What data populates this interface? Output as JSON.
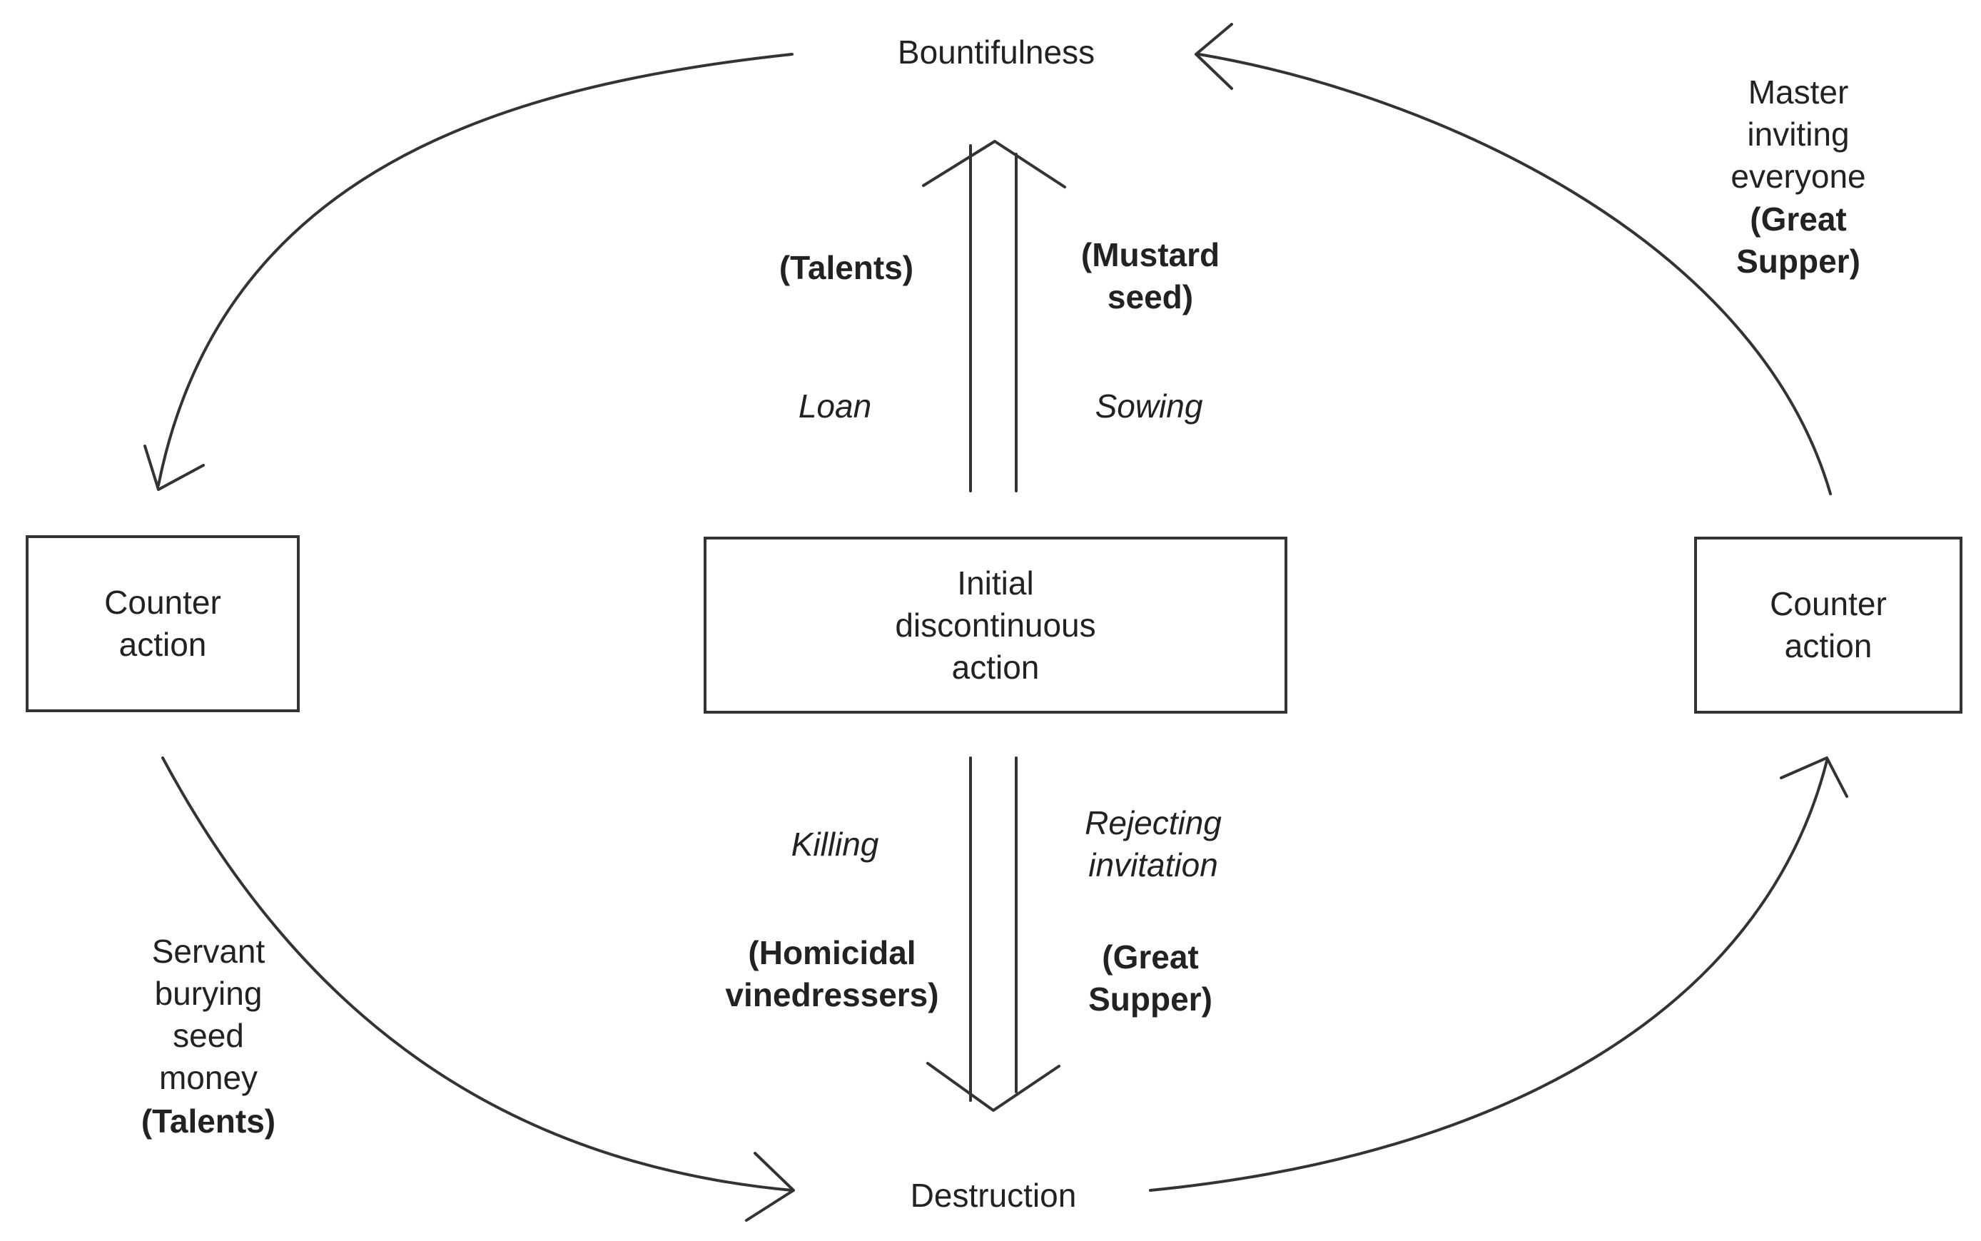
{
  "nodes": {
    "top": "Bountifulness",
    "bottom": "Destruction",
    "center": [
      "Initial",
      "discontinuous",
      "action"
    ],
    "left_box": [
      "Counter",
      "action"
    ],
    "right_box": [
      "Counter",
      "action"
    ]
  },
  "up_arrow": {
    "left_title": "(Talents)",
    "right_title": [
      "(Mustard",
      "seed)"
    ],
    "left_action": "Loan",
    "right_action": "Sowing"
  },
  "down_arrow": {
    "left_action": "Killing",
    "right_action": [
      "Rejecting",
      "invitation"
    ],
    "left_title": [
      "(Homicidal",
      "vinedressers)"
    ],
    "right_title": [
      "(Great",
      "Supper)"
    ]
  },
  "right_arc": {
    "desc": [
      "Master",
      "inviting",
      "everyone"
    ],
    "title": [
      "(Great",
      "Supper)"
    ]
  },
  "left_arc": {
    "desc": [
      "Servant",
      "burying",
      "seed",
      "money"
    ],
    "title": "(Talents)"
  },
  "colors": {
    "stroke": "#333333",
    "text": "#222222",
    "background": "#ffffff"
  }
}
